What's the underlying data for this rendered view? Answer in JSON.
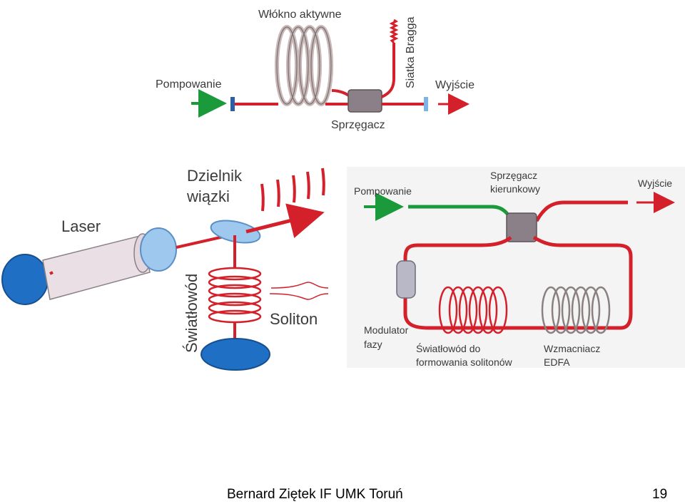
{
  "diagram_top": {
    "active_fiber": "Włókno aktywne",
    "bragg_grating": "Siatka Bragga",
    "pumping": "Pompowanie",
    "output": "Wyjście",
    "coupler": "Sprzęgacz"
  },
  "diagram_left": {
    "laser": "Laser",
    "beam_splitter_line1": "Dzielnik",
    "beam_splitter_line2": "wiązki",
    "fiber": "Światłowód",
    "soliton": "Soliton"
  },
  "diagram_right": {
    "pumping": "Pompowanie",
    "coupler_line1": "Sprzęgacz",
    "coupler_line2": "kierunkowy",
    "output": "Wyjście",
    "modulator_line1": "Modulator",
    "modulator_line2": "fazy",
    "soliton_fiber_line1": "Światłowód do",
    "soliton_fiber_line2": "formowania solitonów",
    "amplifier_line1": "Wzmacniacz",
    "amplifier_line2": "EDFA"
  },
  "footer": {
    "author": "Bernard Ziętek IF UMK Toruń",
    "page_number": "19"
  },
  "colors": {
    "fiber_red": "#d3202a",
    "pump_green": "#1a9a3a",
    "coil_gray": "#c9b8b8",
    "component_gray": "#8c8088",
    "mirror_blue": "#9ec8ee",
    "mirror_dark_blue": "#1f6fc4"
  }
}
